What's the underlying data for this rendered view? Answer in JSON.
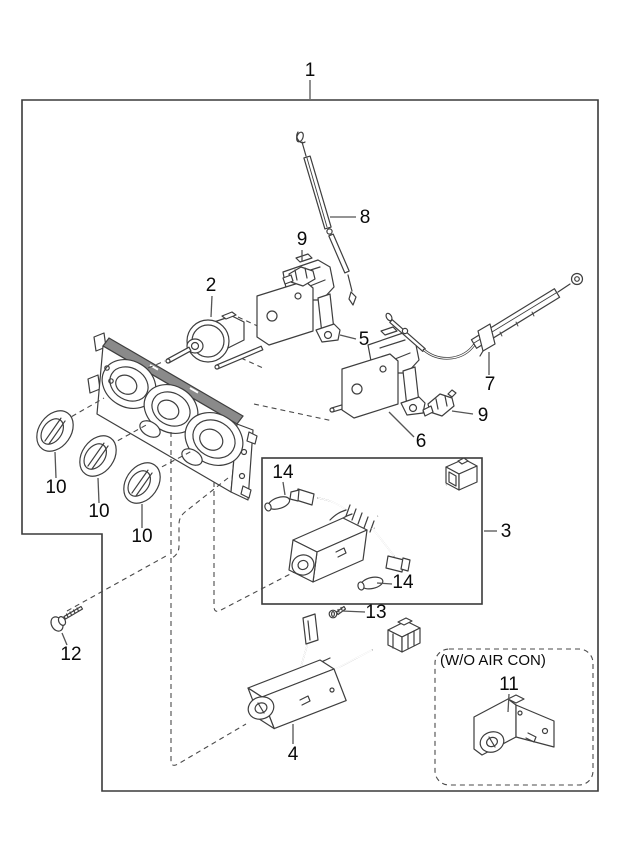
{
  "figure": {
    "background": "#ffffff",
    "line_color": "#3e3e3e",
    "label_color": "#0a0a0a",
    "dash_color": "#4a4a4a",
    "leader_color": "#555555"
  },
  "callouts": {
    "c1": "1",
    "c2": "2",
    "c3": "3",
    "c4": "4",
    "c5": "5",
    "c6": "6",
    "c7": "7",
    "c8": "8",
    "c9_upper": "9",
    "c9_lower": "9",
    "c10_left": "10",
    "c10_middle": "10",
    "c10_right": "10",
    "c11": "11",
    "c12": "12",
    "c13": "13",
    "c14_upper": "14",
    "c14_lower": "14"
  },
  "annotations": {
    "wo_air_con": "(W/O AIR CON)"
  }
}
